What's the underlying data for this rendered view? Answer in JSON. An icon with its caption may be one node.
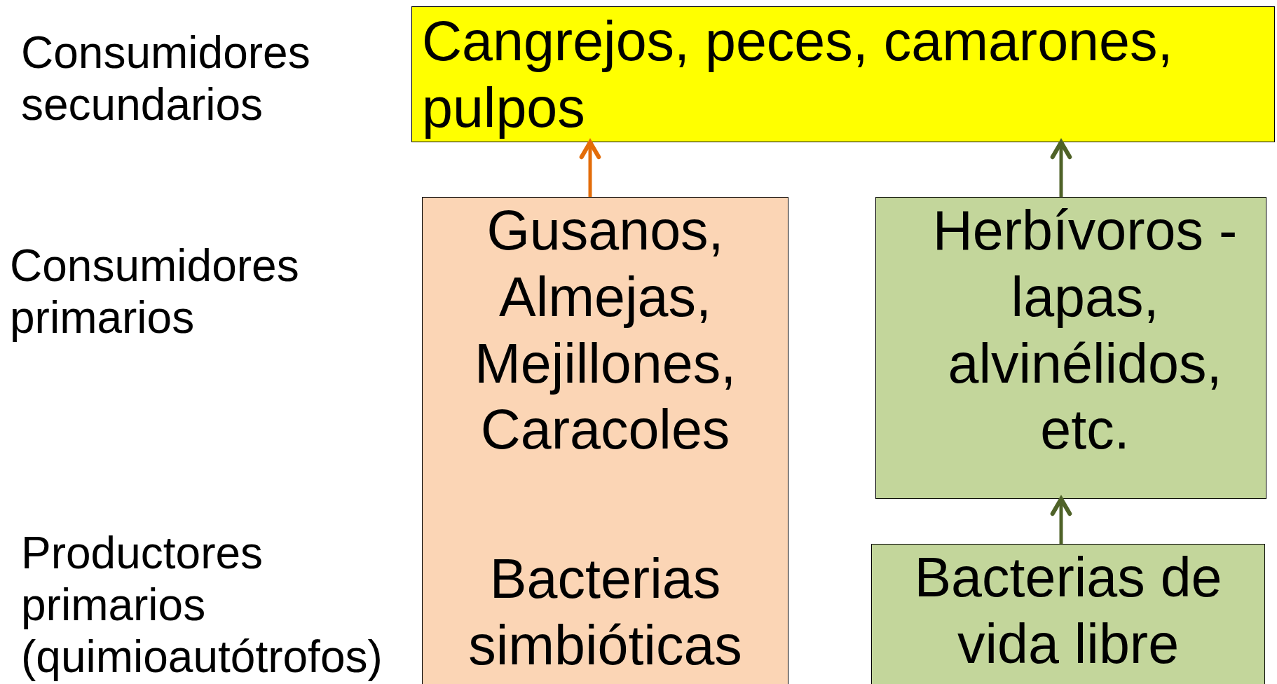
{
  "diagram": {
    "nodes": [
      {
        "text": [
          "Cangrejos, peces, camarones, pulpos"
        ]
      },
      {
        "text": [
          "Gusanos, Almejas, Mejillones, Caracoles",
          "Bacterias simbióticas"
        ]
      },
      {
        "text": [
          "Herbívoros - lapas, alvinélidos, etc."
        ]
      },
      {
        "text": [
          "Bacterias de vida libre"
        ]
      }
    ],
    "edges": [
      {
        "from": 1,
        "to": 0,
        "arrow": "to",
        "color": "#e36c09"
      },
      {
        "from": 2,
        "to": 0,
        "arrow": "to"
      },
      {
        "from": 3,
        "to": 2,
        "arrow": "to"
      }
    ],
    "labels": [
      "Consumidores secundarios",
      "Consumidores primarios",
      "Productores primarios (quimioautótrofos)"
    ]
  }
}
